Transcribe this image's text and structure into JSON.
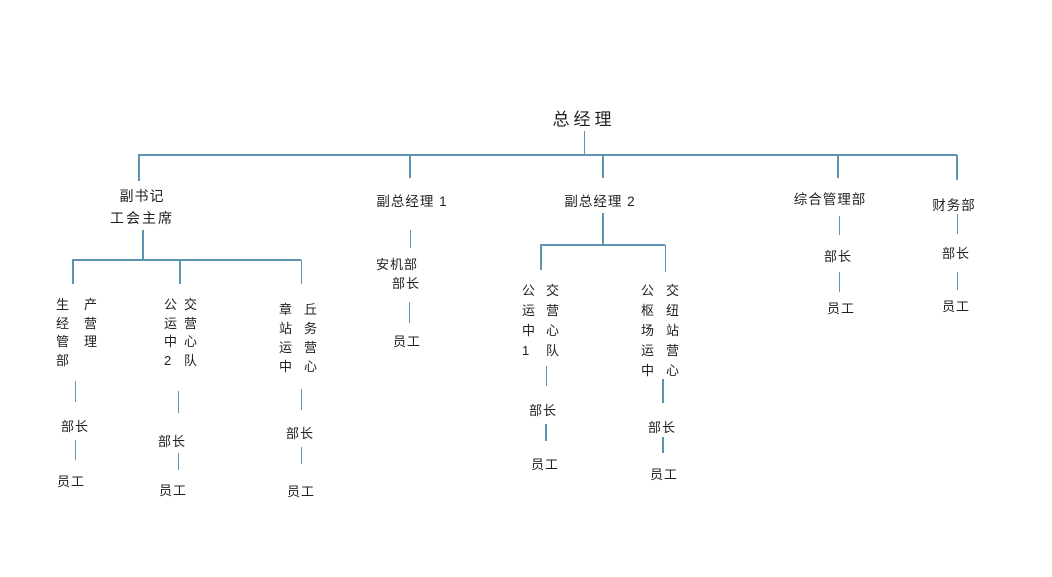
{
  "colors": {
    "line": "#5f93b2",
    "text": "#212121",
    "background": "#ffffff"
  },
  "labels": {
    "manager": "部长",
    "staff": "员工"
  },
  "org": {
    "root": "总经理",
    "level2": {
      "deputy_secretary": {
        "line1": "副书记",
        "line2": "工会主席"
      },
      "vice_gm_1": "副总经理 1",
      "vice_gm_2": "副总经理 2",
      "general_admin": "综合管理部",
      "finance": "财务部"
    },
    "departments": {
      "production": {
        "name": "生产经营管理部",
        "lines": [
          "生 产",
          "经 营",
          "管 理",
          "部"
        ]
      },
      "bus_ops_2": {
        "name": "公交运营中心2队",
        "lines": [
          "公 交",
          "运 营",
          "中 心",
          "2 队"
        ]
      },
      "zhangqiu_station": {
        "name": "章丘站务运营中心",
        "lines": [
          "章 丘",
          "站 务",
          "运 营",
          "中 心"
        ]
      },
      "safety_mech": {
        "name": "安机部部长",
        "line1": "安机部",
        "line2": "部长"
      },
      "bus_ops_1": {
        "name": "公交运营中心1队",
        "lines": [
          "公 交",
          "运 营",
          "中 心",
          "1 队"
        ]
      },
      "hub_station": {
        "name": "公交枢纽场站运营中心",
        "lines": [
          "公 交",
          "枢 纽",
          "场 站",
          "运 营",
          "中 心"
        ]
      }
    }
  }
}
